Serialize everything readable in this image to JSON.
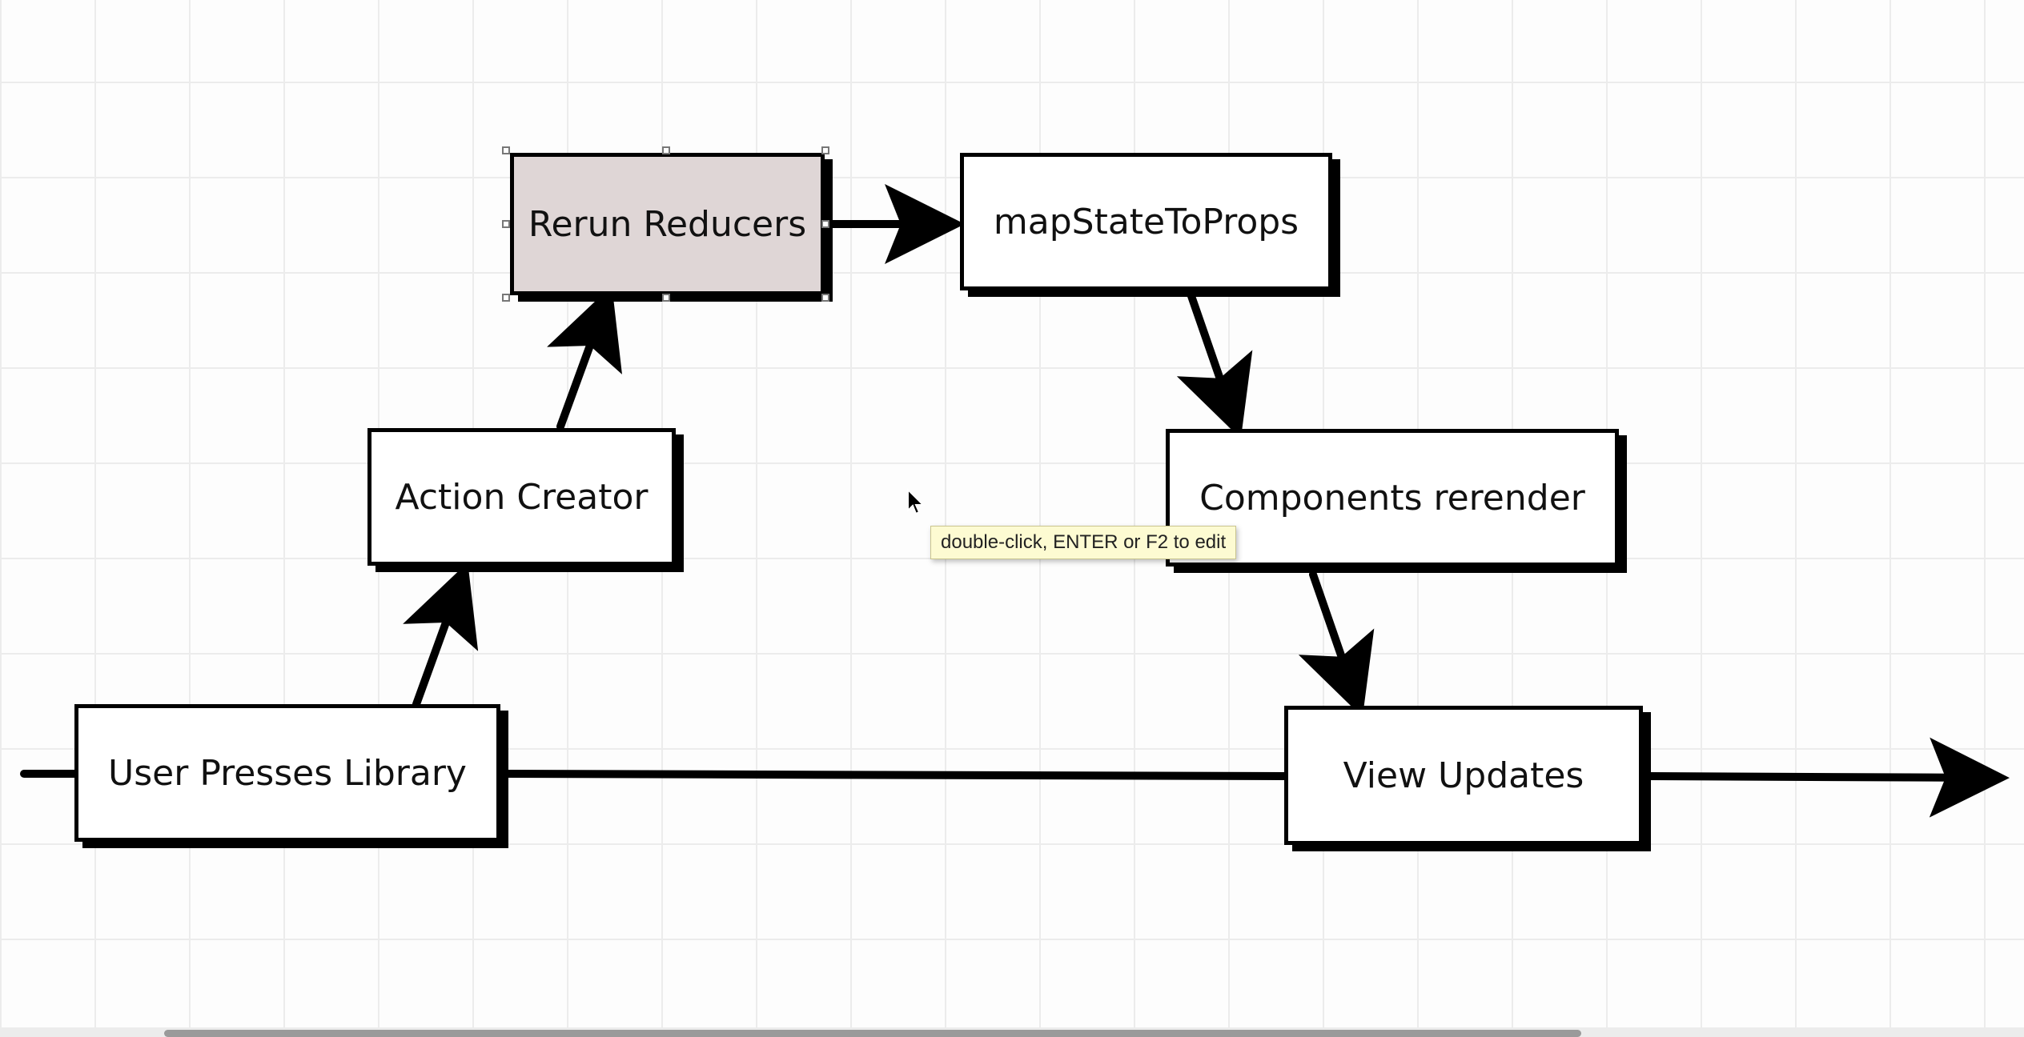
{
  "diagram": {
    "nodes": {
      "user_presses_library": "User Presses Library",
      "action_creator": "Action Creator",
      "rerun_reducers": "Rerun Reducers",
      "map_state_to_props": "mapStateToProps",
      "components_rerender": "Components rerender",
      "view_updates": "View Updates"
    },
    "selected_node": "rerun_reducers"
  },
  "tooltip": {
    "text": "double-click, ENTER or F2 to edit"
  },
  "colors": {
    "selected_fill": "#dfd6d6",
    "tooltip_background": "#fdfbd2",
    "stroke": "#000000"
  },
  "icons": {
    "cursor": "mouse-pointer-icon"
  }
}
